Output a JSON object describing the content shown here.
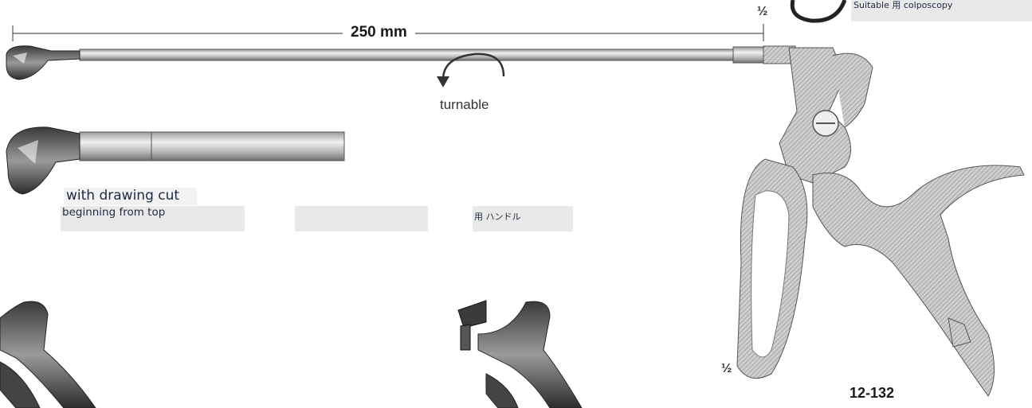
{
  "dimension": {
    "label": "250 mm"
  },
  "rotation": {
    "label": "turnable"
  },
  "scale_marks": {
    "top": "½",
    "bottom": "½"
  },
  "article": {
    "code": "12-132"
  },
  "captions": {
    "cut": "with drawing cut",
    "direction": "beginning from top",
    "empty_box": "",
    "handle": "用 ハンドル",
    "suitable": "Suitable 用 colposcopy"
  },
  "icons": [
    "rotate-arrow-icon",
    "dimension-arrow-icon"
  ]
}
